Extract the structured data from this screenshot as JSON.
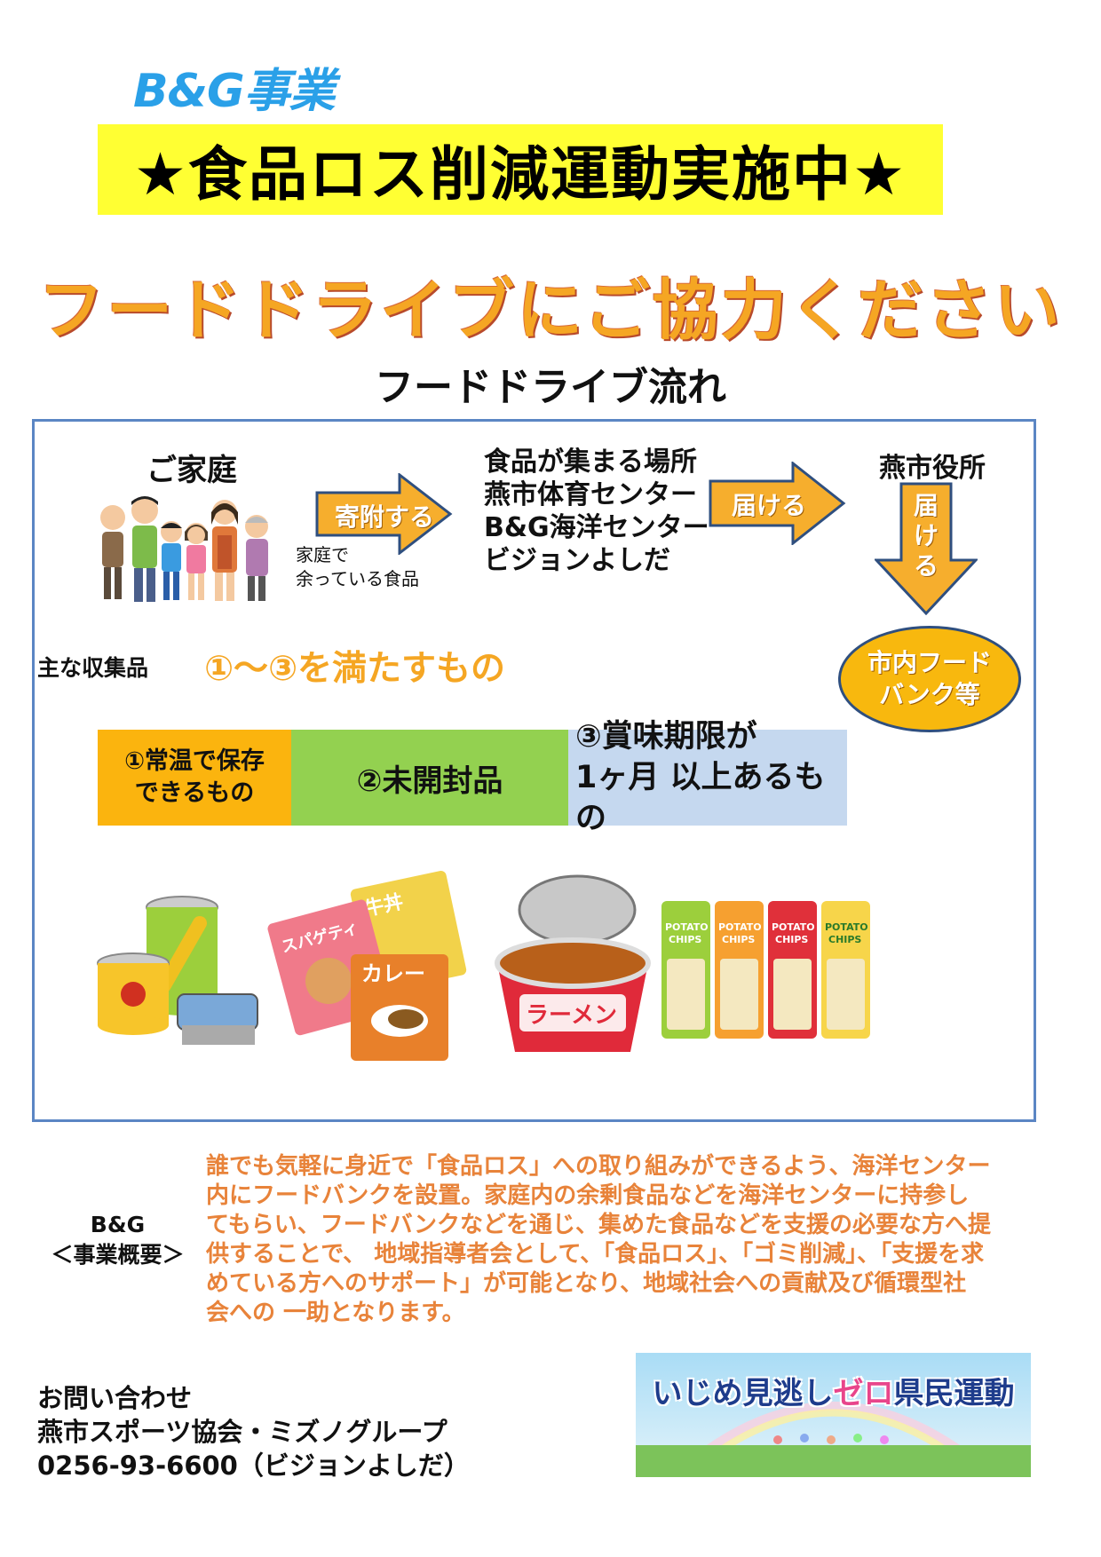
{
  "header": {
    "program": "B&G事業",
    "banner": "★食品ロス削減運動実施中★",
    "request": "フードドライブにご協力ください",
    "flow_title": "フードドライブ流れ"
  },
  "flow": {
    "home_label": "ご家庭",
    "donate_arrow": "寄附する",
    "home_note": [
      "家庭で",
      "余っている食品"
    ],
    "places": [
      "食品が集まる場所",
      "燕市体育センター",
      "B&G海洋センター",
      "ビジョンよしだ"
    ],
    "deliver_arrow": "届ける",
    "city_hall": "燕市役所",
    "deliver_down": [
      "届",
      "け",
      "る"
    ],
    "foodbank": [
      "市内フード",
      "バンク等"
    ]
  },
  "collection": {
    "label": "主な収集品",
    "condition": "①～③を満たすもの",
    "items": [
      {
        "lines": [
          "①常温で保存",
          "できるもの"
        ],
        "color": "#fbb40e"
      },
      {
        "lines": [
          "②未開封品"
        ],
        "color": "#93d150"
      },
      {
        "lines": [
          "③賞味期限が",
          "1ヶ月 以上あるもの"
        ],
        "color": "#c5d8ef"
      }
    ],
    "food_labels": {
      "gyudon": "牛丼",
      "spaghetti": "スパゲティ",
      "curry": "カレー",
      "ramen": "ラーメン",
      "chips": [
        "POTATO",
        "CHIPS"
      ]
    }
  },
  "summary": {
    "label": [
      "B&G",
      "＜事業概要＞"
    ],
    "lines": [
      "誰でも気軽に身近で「食品ロス」への取り組みができるよう、海洋センター",
      "内にフードバンクを設置。家庭内の余剰食品などを海洋センターに持参し",
      "てもらい、フードバンクなどを通じ、集めた食品などを支援の必要な方へ提",
      "供することで、 地域指導者会として、「食品ロス」、「ゴミ削減」、「支援を求",
      "めている方へのサポート」が可能となり、地域社会への貢献及び循環型社",
      "会への 一助となります。"
    ]
  },
  "contact": {
    "lines": [
      "お問い合わせ",
      "燕市スポーツ協会・ミズノグループ",
      "0256-93-6600（ビジョンよしだ）"
    ]
  },
  "campaign": {
    "before": "いじめ見逃し",
    "highlight": "ゼロ",
    "after": "県民運動"
  }
}
